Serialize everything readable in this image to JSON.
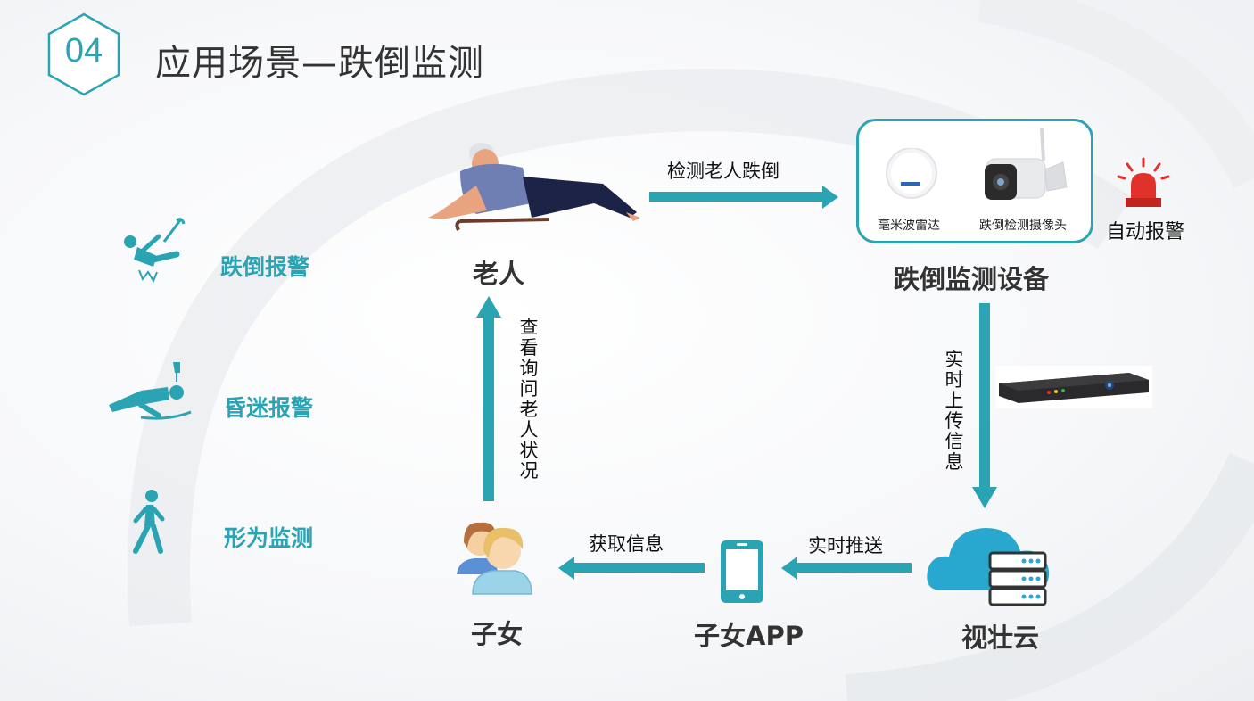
{
  "header": {
    "number": "04",
    "title": "应用场景—跌倒监测"
  },
  "sidebar": {
    "items": [
      {
        "label": "跌倒报警",
        "icon": "fall-person-icon"
      },
      {
        "label": "昏迷报警",
        "icon": "unconscious-person-icon"
      },
      {
        "label": "形为监测",
        "icon": "walking-person-icon"
      }
    ]
  },
  "nodes": {
    "elder": {
      "label": "老人",
      "icon": "elderly-lying-icon"
    },
    "device": {
      "label": "跌倒监测设备",
      "radar_label": "毫米波雷达",
      "camera_label": "跌倒检测摄像头",
      "alarm_label": "自动报警"
    },
    "cloud": {
      "label": "视壮云",
      "icon": "cloud-server-icon"
    },
    "app": {
      "label": "子女APP",
      "icon": "phone-icon"
    },
    "children": {
      "label": "子女",
      "icon": "family-icon"
    }
  },
  "arrows": {
    "detect": "检测老人跌倒",
    "upload": "实时上传信息",
    "push": "实时推送",
    "fetch": "获取信息",
    "inquire": "查看询问老人状况"
  },
  "colors": {
    "accent": "#2aa3b3",
    "alarm_red": "#e0322b",
    "text_dark": "#333333"
  }
}
